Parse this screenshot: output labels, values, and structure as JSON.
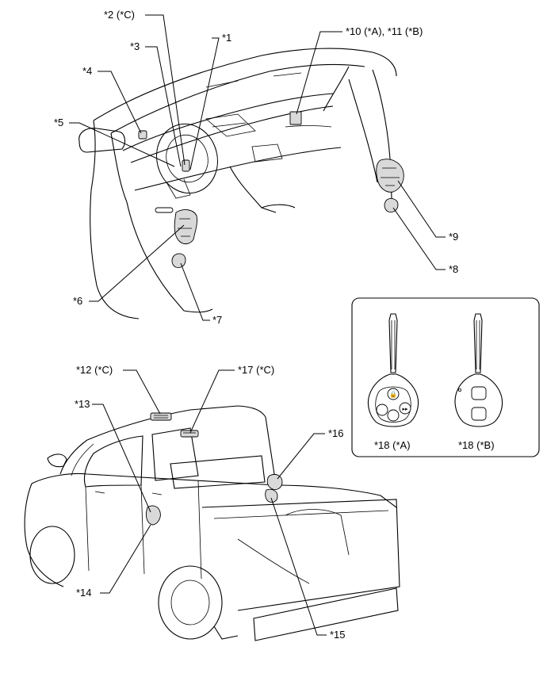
{
  "callouts": {
    "c1": "*1",
    "c2": "*2 (*C)",
    "c3": "*3",
    "c4": "*4",
    "c5": "*5",
    "c6": "*6",
    "c7": "*7",
    "c8": "*8",
    "c9": "*9",
    "c10_11": "*10 (*A), *11 (*B)",
    "c12": "*12 (*C)",
    "c13": "*13",
    "c14": "*14",
    "c15": "*15",
    "c16": "*16",
    "c17": "*17 (*C)",
    "c18a": "*18 (*A)",
    "c18b": "*18 (*B)"
  }
}
